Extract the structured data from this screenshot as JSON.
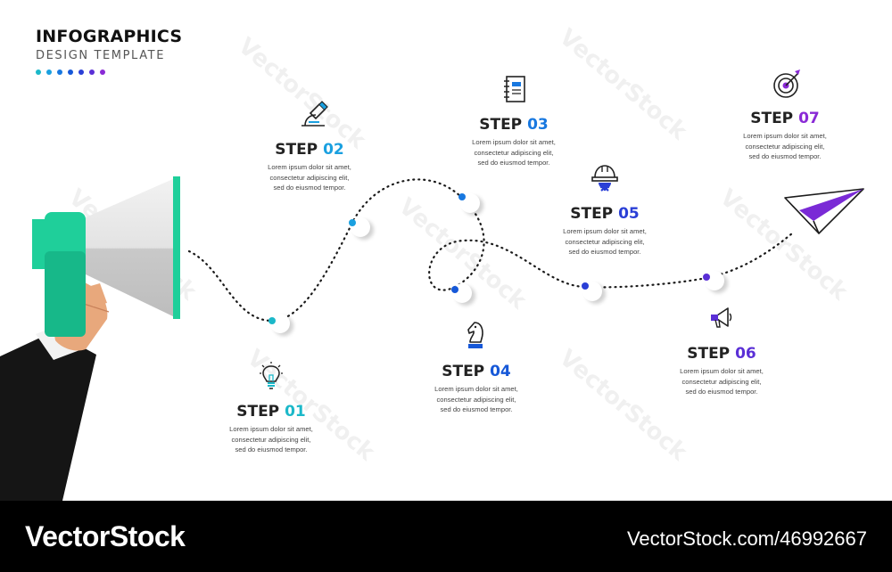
{
  "header": {
    "title": "INFOGRAPHICS",
    "subtitle": "DESIGN TEMPLATE",
    "dot_colors": [
      "#1bb8c9",
      "#1aa0e0",
      "#1878e0",
      "#1658d8",
      "#2a3fd6",
      "#5a2fd6",
      "#8a2ad6"
    ]
  },
  "steps": [
    {
      "word": "STEP",
      "num": "01",
      "color": "#1bb8c9",
      "icon": "lightbulb-icon",
      "lines": [
        "Lorem ipsum dolor sit amet,",
        "consectetur adipiscing elit,",
        "sed do eiusmod tempor."
      ]
    },
    {
      "word": "STEP",
      "num": "02",
      "color": "#1aa0e0",
      "icon": "microscope-icon",
      "lines": [
        "Lorem ipsum dolor sit amet,",
        "consectetur adipiscing elit,",
        "sed do eiusmod tempor."
      ]
    },
    {
      "word": "STEP",
      "num": "03",
      "color": "#1878e0",
      "icon": "notebook-icon",
      "lines": [
        "Lorem ipsum dolor sit amet,",
        "consectetur adipiscing elit,",
        "sed do eiusmod tempor."
      ]
    },
    {
      "word": "STEP",
      "num": "04",
      "color": "#1658d8",
      "icon": "chess-knight-icon",
      "lines": [
        "Lorem ipsum dolor sit amet,",
        "consectetur adipiscing elit,",
        "sed do eiusmod tempor."
      ]
    },
    {
      "word": "STEP",
      "num": "05",
      "color": "#2a3fd6",
      "icon": "hard-hat-icon",
      "lines": [
        "Lorem ipsum dolor sit amet,",
        "consectetur adipiscing elit,",
        "sed do eiusmod tempor."
      ]
    },
    {
      "word": "STEP",
      "num": "06",
      "color": "#5a2fd6",
      "icon": "megaphone-icon",
      "lines": [
        "Lorem ipsum dolor sit amet,",
        "consectetur adipiscing elit,",
        "sed do eiusmod tempor."
      ]
    },
    {
      "word": "STEP",
      "num": "07",
      "color": "#8a2ad6",
      "icon": "target-icon",
      "lines": [
        "Lorem ipsum dolor sit amet,",
        "consectetur adipiscing elit,",
        "sed do eiusmod tempor."
      ]
    }
  ],
  "watermark": "VectorStock",
  "footer": {
    "logo": "VectorStock",
    "url": "VectorStock.com/46992667"
  }
}
